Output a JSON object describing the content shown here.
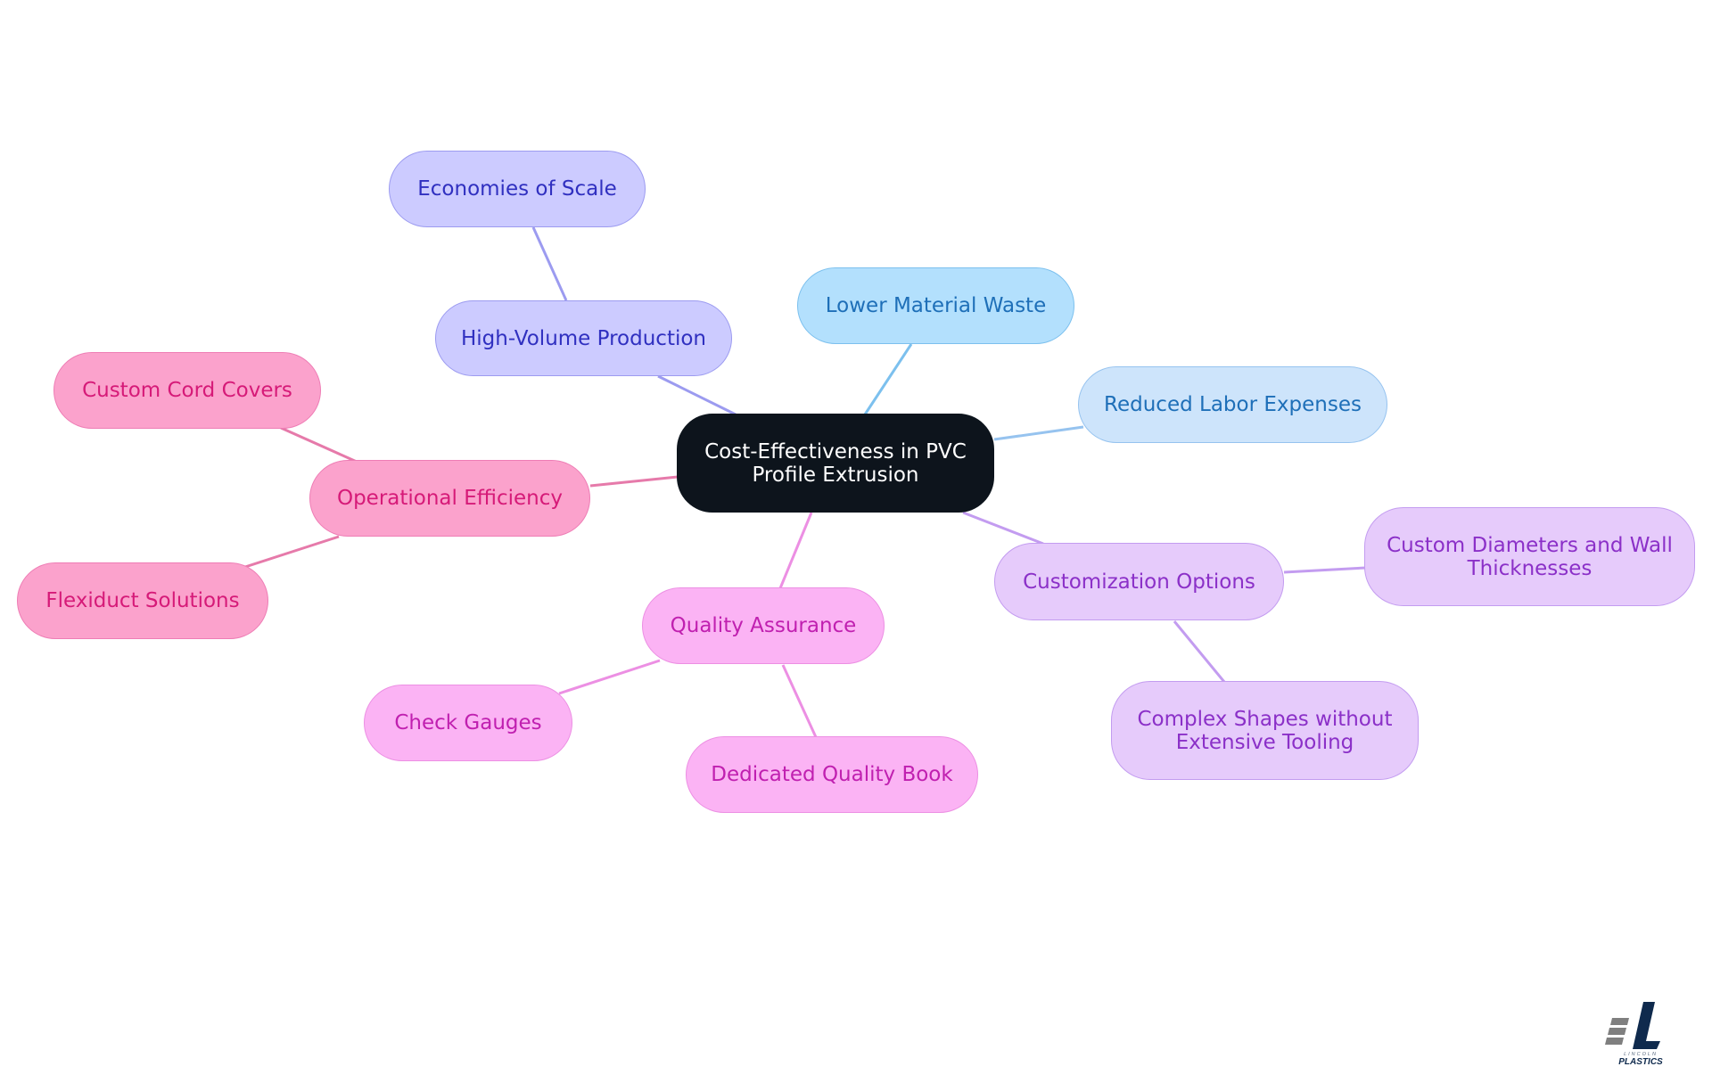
{
  "root": {
    "label": "Cost-Effectiveness in PVC Profile Extrusion"
  },
  "branches": {
    "high_volume": {
      "label": "High-Volume Production",
      "children": [
        "Economies of Scale"
      ]
    },
    "lower_waste": {
      "label": "Lower Material Waste"
    },
    "reduced_labor": {
      "label": "Reduced Labor Expenses"
    },
    "operational": {
      "label": "Operational Efficiency",
      "children": [
        "Custom Cord Covers",
        "Flexiduct Solutions"
      ]
    },
    "customization": {
      "label": "Customization Options",
      "children": [
        "Custom Diameters and Wall Thicknesses",
        "Complex Shapes without Extensive Tooling"
      ]
    },
    "quality": {
      "label": "Quality Assurance",
      "children": [
        "Check Gauges",
        "Dedicated Quality Book"
      ]
    }
  },
  "colors": {
    "indigo_edge": "#9c9bf0",
    "blue_a_edge": "#7cc0ee",
    "blue_b_edge": "#96c3ef",
    "violet_edge": "#c39cf0",
    "pink_edge": "#ec8fe3",
    "rose_edge": "#e67aaa"
  },
  "logo": {
    "icon": "lincoln-plastics-logo-icon",
    "text": "LINCOLN PLASTICS"
  }
}
